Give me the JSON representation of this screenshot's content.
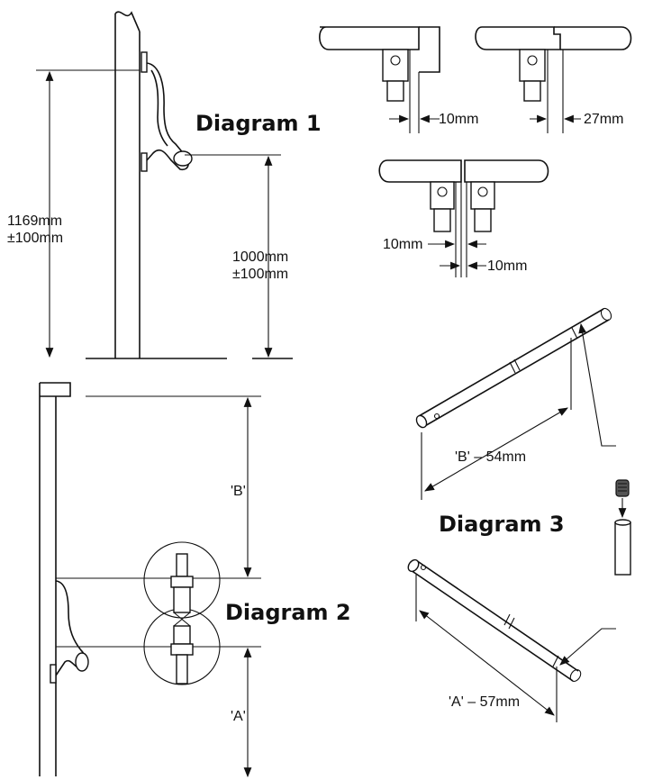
{
  "diagram1": {
    "title": "Diagram 1",
    "overall_height_value": "1169mm",
    "overall_height_tol": "±100mm",
    "handle_height_value": "1000mm",
    "handle_height_tol": "±100mm"
  },
  "details": {
    "gap_single": "10mm",
    "gap_rebate": "27mm",
    "gap_double_left": "10mm",
    "gap_double_right": "10mm"
  },
  "diagram2": {
    "title": "Diagram 2",
    "dim_b": "'B'",
    "dim_a": "'A'"
  },
  "diagram3": {
    "title": "Diagram 3",
    "rod_b": "'B' – 54mm",
    "rod_a": "'A' – 57mm"
  }
}
